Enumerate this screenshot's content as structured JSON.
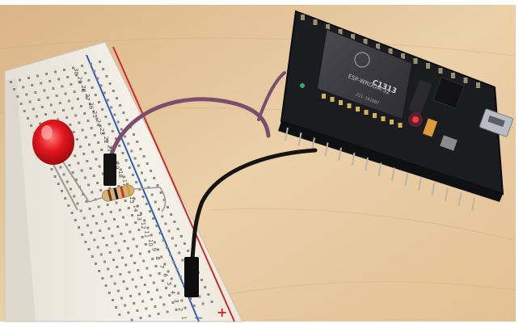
{
  "photo": {
    "board_module_label": "ESP-WROOM-32",
    "board_module_code": "C1313",
    "board_module_small": "211-161007",
    "board_row_numbers": [
      "30",
      "29",
      "28",
      "27",
      "26",
      "25",
      "24",
      "23",
      "22",
      "21",
      "20",
      "19",
      "18",
      "17",
      "16",
      "15",
      "14",
      "13",
      "12",
      "11",
      "10",
      "9",
      "8",
      "7",
      "6",
      "5",
      "4",
      "3",
      "2",
      "1"
    ],
    "rail_minus_symbol": "−",
    "rail_plus_symbol": "+",
    "colors": {
      "table": "#e7c9a0",
      "breadboard": "#f1eee6",
      "rail_blue": "#2d5fb3",
      "rail_red": "#cc2b2b",
      "esp32_board": "#1b1c20",
      "module_shield": "#3a3a3f",
      "led": "#e4161e",
      "purple_wire": "#7a4e6c",
      "black_wire": "#141414"
    }
  }
}
